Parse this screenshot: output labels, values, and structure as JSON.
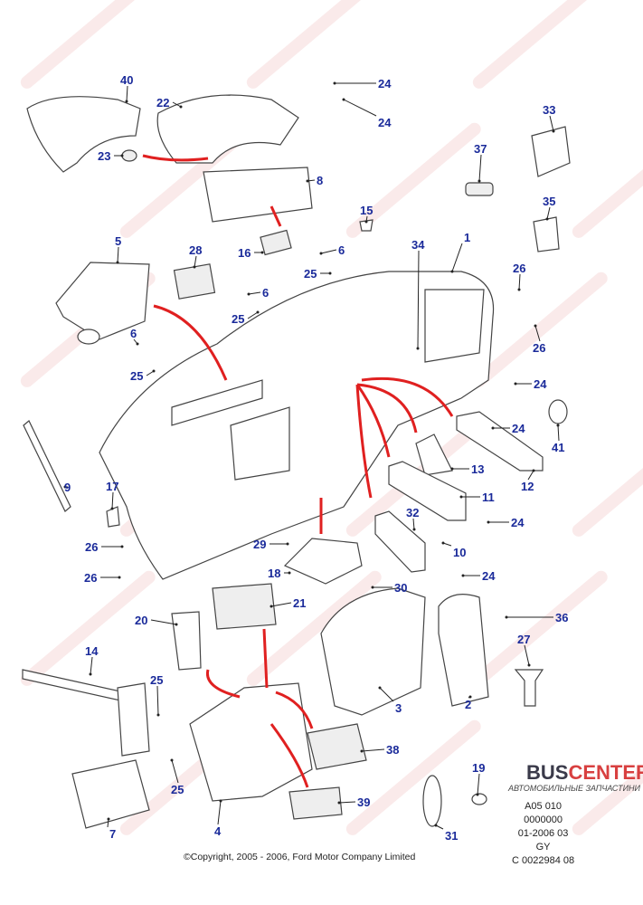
{
  "watermark": "BUSCENTER.com.ua",
  "labels": [
    "40",
    "22",
    "24",
    "24",
    "23",
    "33",
    "37",
    "8",
    "15",
    "35",
    "5",
    "28",
    "1",
    "34",
    "16",
    "6",
    "25",
    "26",
    "6",
    "25",
    "26",
    "6",
    "25",
    "24",
    "24",
    "41",
    "13",
    "9",
    "17",
    "12",
    "11",
    "32",
    "24",
    "26",
    "29",
    "10",
    "18",
    "24",
    "26",
    "30",
    "21",
    "36",
    "20",
    "14",
    "27",
    "25",
    "3",
    "2",
    "38",
    "25",
    "19",
    "39",
    "31",
    "7",
    "4"
  ],
  "copyright": "©Copyright, 2005 - 2006, Ford Motor Company Limited",
  "logo": {
    "brand_a": "BUS",
    "brand_b": "CENTER",
    "tagline": "АВТОМОБИЛЬНЫЕ ЗАПЧАСТИНИ"
  },
  "code_lines": [
    "A05 010",
    "0000000",
    "01-2006 03",
    "GY",
    "C 0022984 08"
  ],
  "colors": {
    "label": "#1a2a9a",
    "arrow": "#e02020",
    "watermark": "#e8a8a8"
  }
}
